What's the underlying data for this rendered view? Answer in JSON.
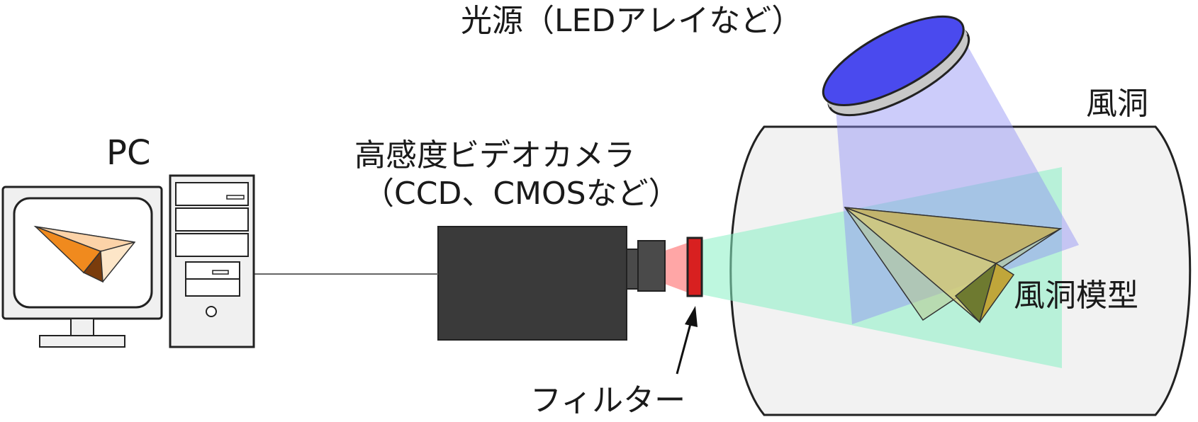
{
  "labels": {
    "light_source": "光源（LEDアレイなど）",
    "wind_tunnel": "風洞",
    "pc": "PC",
    "camera_line1": "高感度ビデオカメラ",
    "camera_line2": "（CCD、CMOSなど）",
    "model": "風洞模型",
    "filter": "フィルター"
  },
  "colors": {
    "light_beam": "#8f8ff5",
    "led_face": "#4a4aee",
    "emission": "#88f0c4",
    "filter": "#d82020",
    "camera_body": "#3a3a3a",
    "tunnel": "#f2f2f2",
    "model_fill": "#c6b060",
    "screen_plane": "#f08a1e"
  },
  "icons": {
    "pc_screen": "paper-airplane-icon",
    "model": "paper-airplane-model"
  }
}
